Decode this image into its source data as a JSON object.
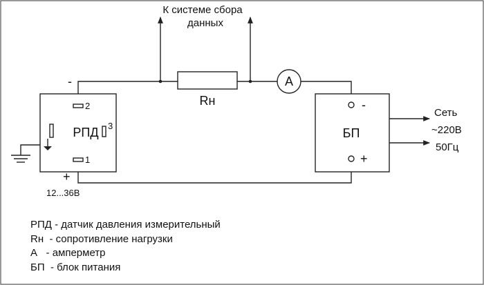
{
  "labels": {
    "collector": [
      "К системе сбора",
      "данных"
    ],
    "load": "Rн",
    "ammeter": "A",
    "sensor": "РПД",
    "power_supply": "БП",
    "pin2": "2",
    "pin3": "3",
    "pin1": "1",
    "minus_left": "-",
    "plus_left": "+",
    "minus_right": "-",
    "plus_right": "+",
    "voltage": "12...36В",
    "mains": [
      "Сеть",
      "~220В",
      "50Гц"
    ]
  },
  "legend": [
    {
      "term": "РПД",
      "sep": " - ",
      "desc": "датчик давления измерительный"
    },
    {
      "term": "Rн",
      "sep": "  - ",
      "desc": "сопротивление нагрузки"
    },
    {
      "term": "А",
      "sep": "   - ",
      "desc": "амперметр"
    },
    {
      "term": "БП",
      "sep": "  - ",
      "desc": "блок питания"
    }
  ]
}
